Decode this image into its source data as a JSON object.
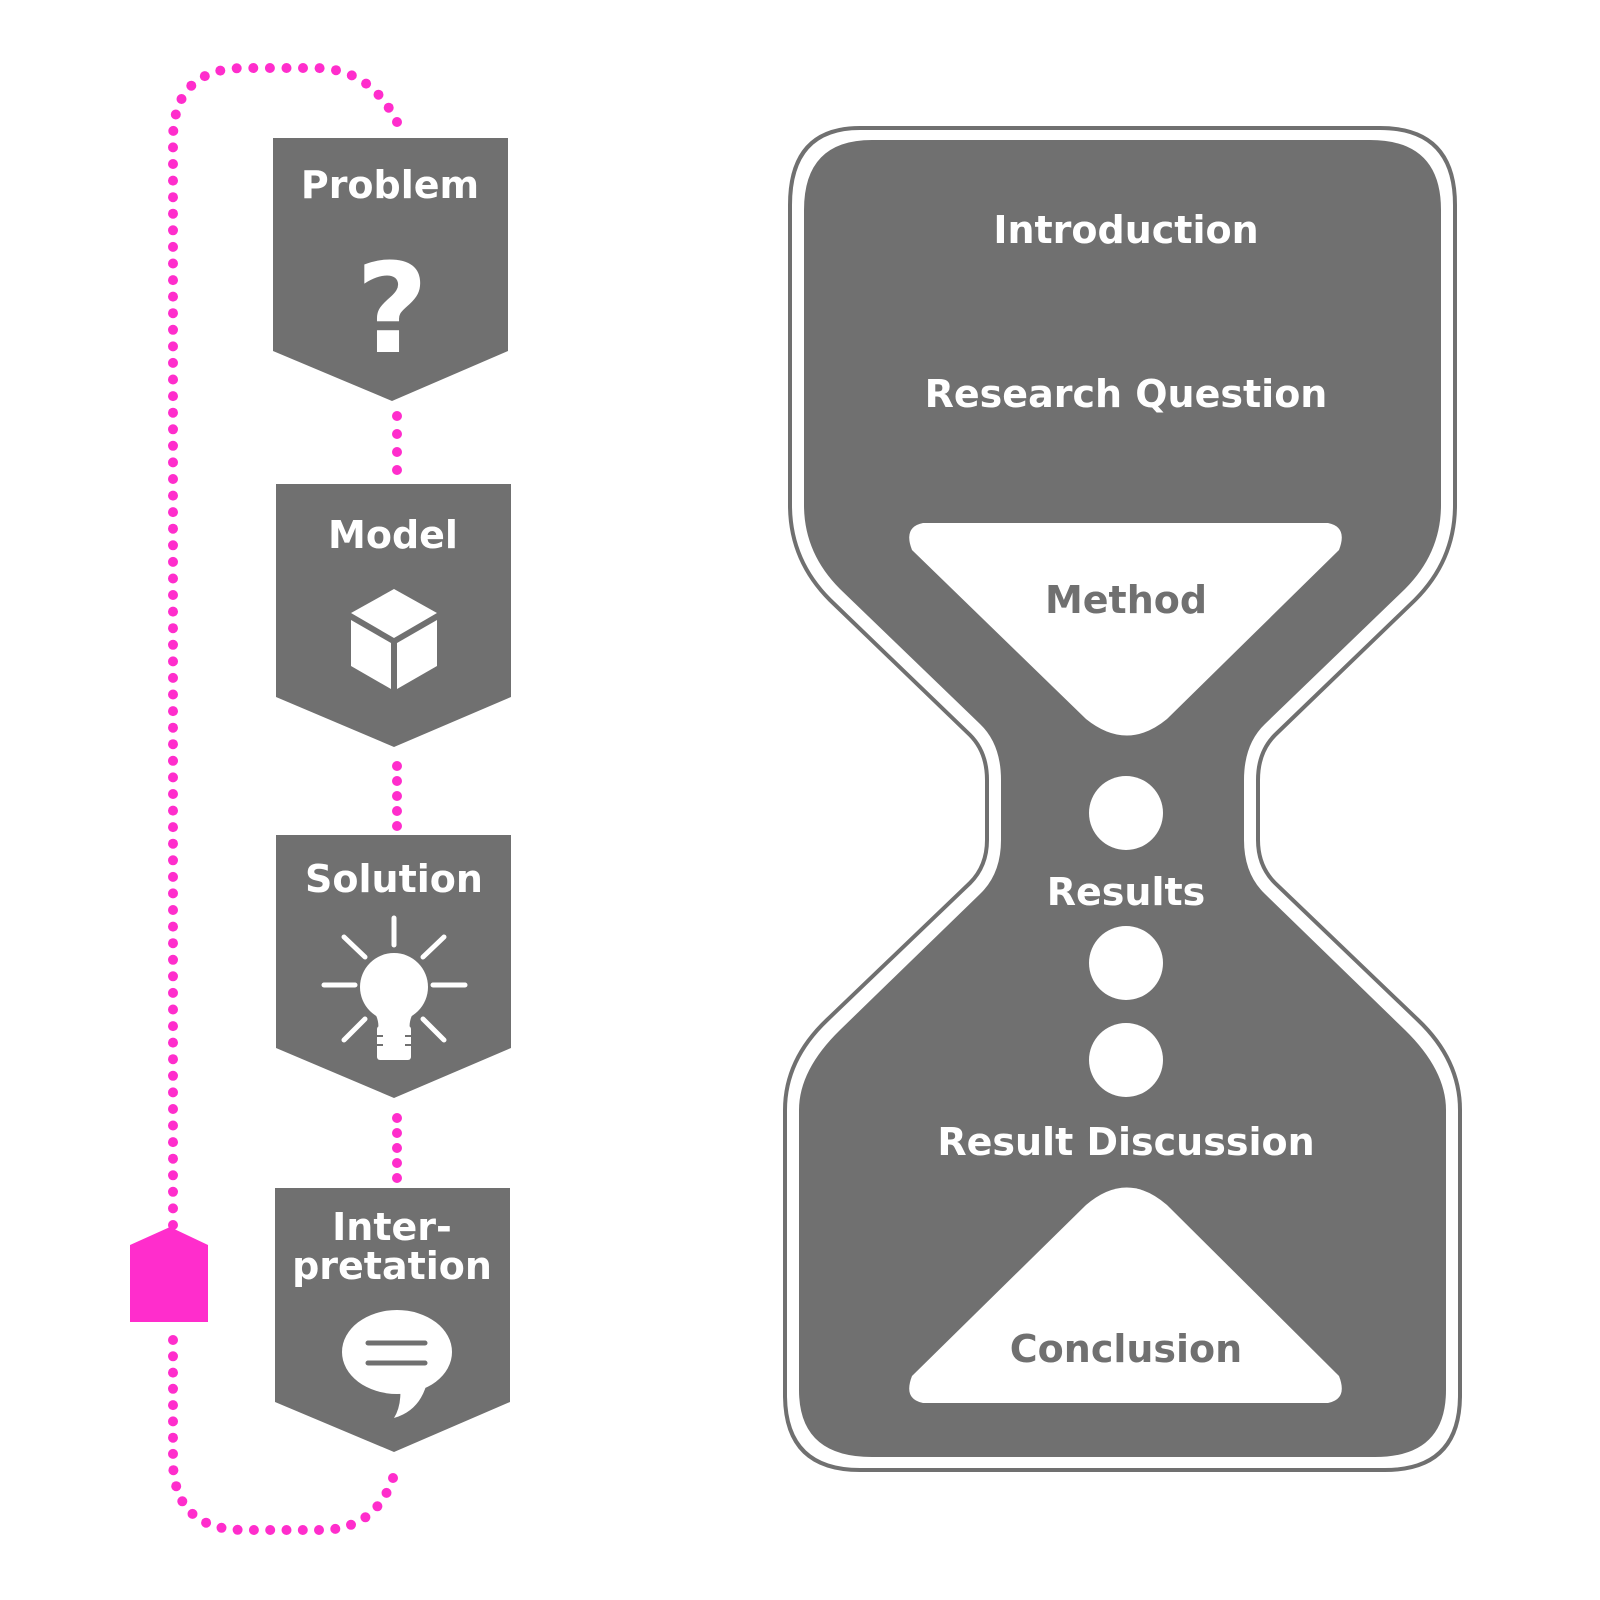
{
  "colors": {
    "gray": "#707070",
    "magenta": "#FF2DCC",
    "white": "#FFFFFF"
  },
  "cycle": {
    "steps": [
      {
        "id": "problem",
        "label_lines": [
          "Problem"
        ],
        "icon": "question-mark-icon"
      },
      {
        "id": "model",
        "label_lines": [
          "Model"
        ],
        "icon": "cube-icon"
      },
      {
        "id": "solution",
        "label_lines": [
          "Solution"
        ],
        "icon": "lightbulb-icon"
      },
      {
        "id": "interpretation",
        "label_lines": [
          "Inter-",
          "pretation"
        ],
        "icon": "speech-bubble-icon"
      }
    ],
    "loop_connector": "dotted-line",
    "loop_marker": "arrow-marker"
  },
  "hourglass": {
    "introduction": "Introduction",
    "research_question": "Research Question",
    "method": "Method",
    "results": "Results",
    "result_discussion": "Result Discussion",
    "conclusion": "Conclusion"
  }
}
